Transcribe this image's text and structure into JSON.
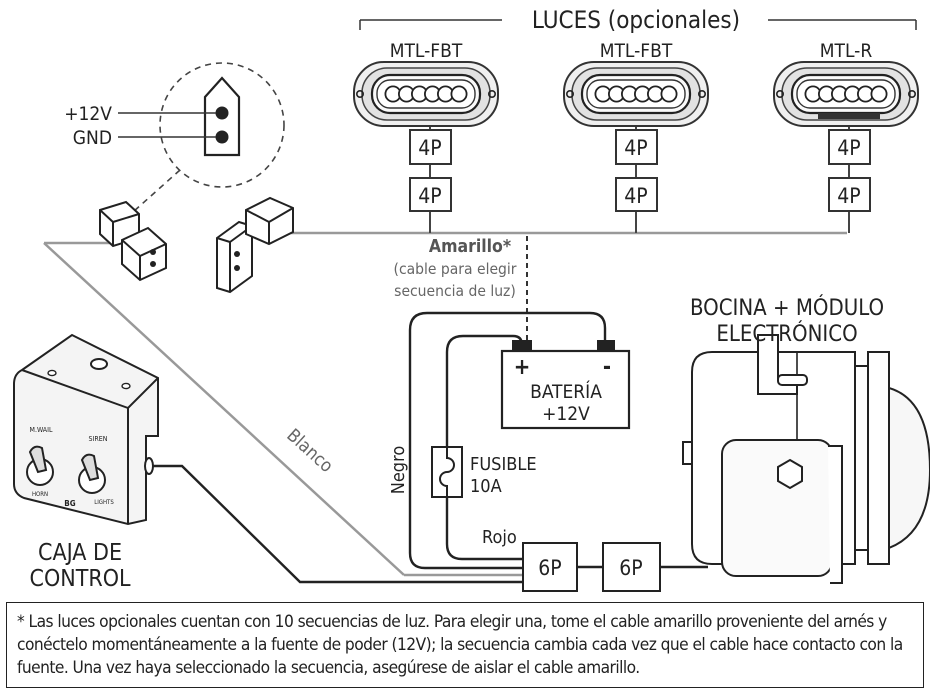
{
  "labels": {
    "luces_title": "LUCES (opcionales)",
    "light_1": "MTL-FBT",
    "light_2": "MTL-FBT",
    "light_3": "MTL-R",
    "conn_4p": "4P",
    "conn_6p": "6P",
    "plus_12v": "+12V",
    "gnd": "GND",
    "amarillo": "Amarillo*",
    "amarillo_note_1": "(cable para elegir",
    "amarillo_note_2": "secuencia de luz)",
    "bocina_1": "BOCINA + MÓDULO",
    "bocina_2": "ELECTRÓNICO",
    "bateria_plus": "+",
    "bateria_minus": "-",
    "bateria_1": "BATERÍA",
    "bateria_2": "+12V",
    "fusible_1": "FUSIBLE",
    "fusible_2": "10A",
    "negro": "Negro",
    "rojo": "Rojo",
    "blanco": "Blanco",
    "caja_1": "CAJA DE",
    "caja_2": "CONTROL",
    "switch_mwail": "M.WAIL",
    "switch_siren": "SIREN",
    "switch_horn": "HORN",
    "switch_lights": "LIGHTS",
    "brand_mark": "BG"
  },
  "footnote": "* Las luces opcionales cuentan con 10 secuencias de luz. Para elegir una, tome el cable amarillo proveniente del arnés y conéctelo momentáneamente a la fuente de poder (12V); la secuencia cambia cada vez que el cable hace contacto con la fuente. Una vez haya seleccionado la secuencia, asegúrese de aislar el cable amarillo."
}
